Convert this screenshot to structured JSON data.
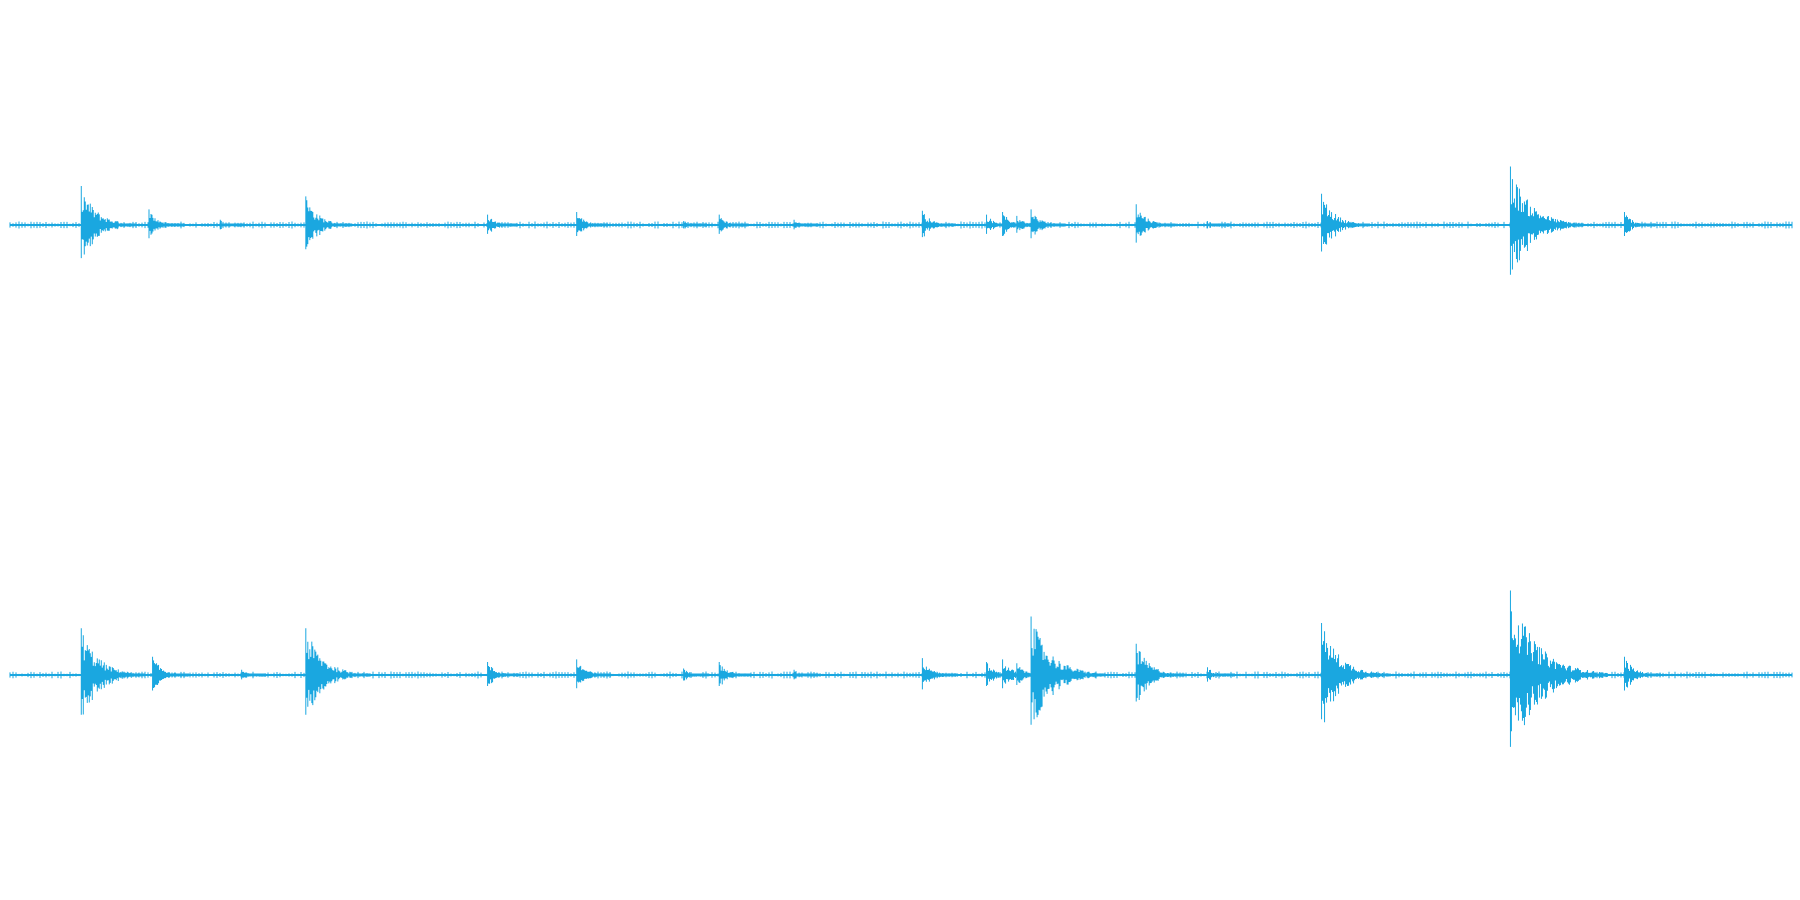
{
  "waveform": {
    "color": "#1aa7e0",
    "background": "#ffffff",
    "channels": [
      {
        "id": "left",
        "events": [
          {
            "t": 0.04,
            "amp": 0.3
          },
          {
            "t": 0.078,
            "amp": 0.12
          },
          {
            "t": 0.118,
            "amp": 0.04
          },
          {
            "t": 0.166,
            "amp": 0.22
          },
          {
            "t": 0.268,
            "amp": 0.08
          },
          {
            "t": 0.318,
            "amp": 0.1
          },
          {
            "t": 0.378,
            "amp": 0.03
          },
          {
            "t": 0.398,
            "amp": 0.08
          },
          {
            "t": 0.44,
            "amp": 0.04
          },
          {
            "t": 0.512,
            "amp": 0.11
          },
          {
            "t": 0.548,
            "amp": 0.08
          },
          {
            "t": 0.557,
            "amp": 0.1
          },
          {
            "t": 0.565,
            "amp": 0.07
          },
          {
            "t": 0.573,
            "amp": 0.12
          },
          {
            "t": 0.632,
            "amp": 0.16
          },
          {
            "t": 0.672,
            "amp": 0.03
          },
          {
            "t": 0.736,
            "amp": 0.24
          },
          {
            "t": 0.842,
            "amp": 0.45
          },
          {
            "t": 0.906,
            "amp": 0.1
          }
        ]
      },
      {
        "id": "right",
        "events": [
          {
            "t": 0.04,
            "amp": 0.36
          },
          {
            "t": 0.08,
            "amp": 0.14
          },
          {
            "t": 0.13,
            "amp": 0.04
          },
          {
            "t": 0.166,
            "amp": 0.36
          },
          {
            "t": 0.268,
            "amp": 0.1
          },
          {
            "t": 0.318,
            "amp": 0.12
          },
          {
            "t": 0.378,
            "amp": 0.05
          },
          {
            "t": 0.398,
            "amp": 0.1
          },
          {
            "t": 0.44,
            "amp": 0.04
          },
          {
            "t": 0.512,
            "amp": 0.13
          },
          {
            "t": 0.548,
            "amp": 0.1
          },
          {
            "t": 0.557,
            "amp": 0.12
          },
          {
            "t": 0.565,
            "amp": 0.09
          },
          {
            "t": 0.573,
            "amp": 0.45
          },
          {
            "t": 0.632,
            "amp": 0.24
          },
          {
            "t": 0.672,
            "amp": 0.06
          },
          {
            "t": 0.736,
            "amp": 0.4
          },
          {
            "t": 0.842,
            "amp": 0.65
          },
          {
            "t": 0.906,
            "amp": 0.14
          }
        ]
      }
    ]
  }
}
